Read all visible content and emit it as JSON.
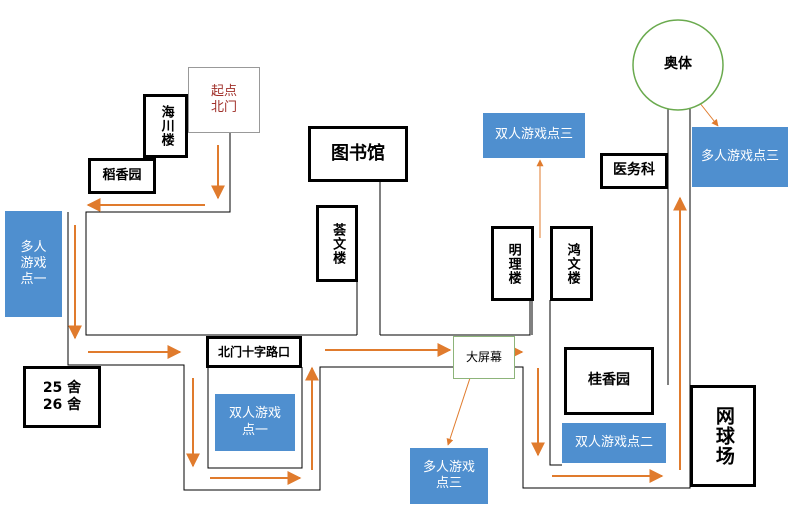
{
  "map": {
    "start": {
      "line1": "起点",
      "line2": "北门",
      "color": "#a0302a"
    },
    "buildings": {
      "haichuan": "海川楼",
      "daoxiang": "稻香园",
      "library": "图书馆",
      "huiwen": "荟文楼",
      "mingli": "明理楼",
      "hongwen": "鸿文楼",
      "clinic": "医务科",
      "stadium": "奥体",
      "guixiang": "桂香园",
      "tennis": "网球场",
      "dorm1": "25 舍",
      "dorm2": "26 舍",
      "crossroad": "北门十字路口",
      "screen": "大屏幕"
    },
    "game_points": {
      "multi_left": "多人游戏点一",
      "multi_right": "多人游戏点三",
      "multi_bottom": "多人游戏点三",
      "duo_top": "双人游戏点三",
      "duo_left": "双人游戏点一",
      "duo_right": "双人游戏点二"
    },
    "colors": {
      "route": "#e07b2d",
      "road": "#000000",
      "game_point_fill": "#4f8fcf",
      "stadium_circle": "#6aaa4e"
    }
  }
}
